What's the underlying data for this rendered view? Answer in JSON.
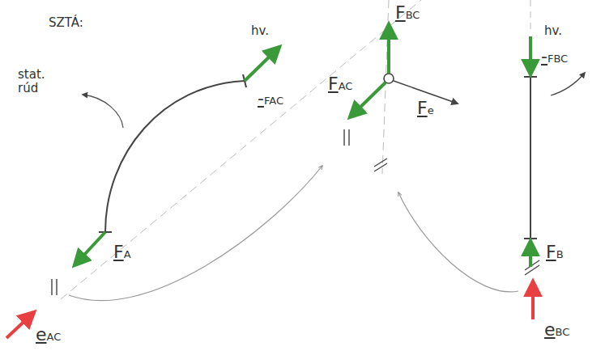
{
  "diagram": {
    "labels": [
      "SZTÁ:",
      "stat. rúd",
      "hv.",
      "-FAC",
      "FA",
      "FBC",
      "FAC",
      "Fe",
      "hv.",
      "-FBC",
      "FB",
      "eAC",
      "eBC"
    ]
  }
}
